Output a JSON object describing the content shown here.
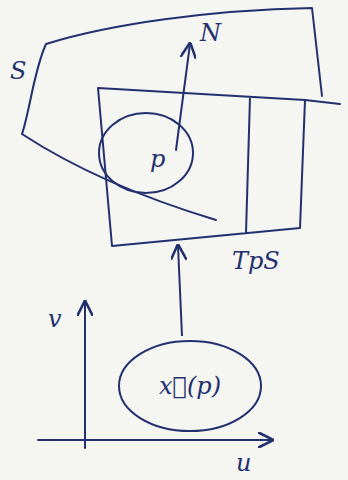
{
  "diagram": {
    "nodes": [
      {
        "text": [
          "S"
        ]
      },
      {
        "text": [
          "TpS"
        ]
      },
      {
        "text": [
          "p"
        ],
        "in": 1
      },
      {
        "text": [
          "x⃗(p)"
        ]
      }
    ],
    "edges": [
      {
        "from": 3,
        "to": 1,
        "arrow": "to"
      }
    ],
    "labels": [
      "N",
      "v",
      "u"
    ]
  }
}
